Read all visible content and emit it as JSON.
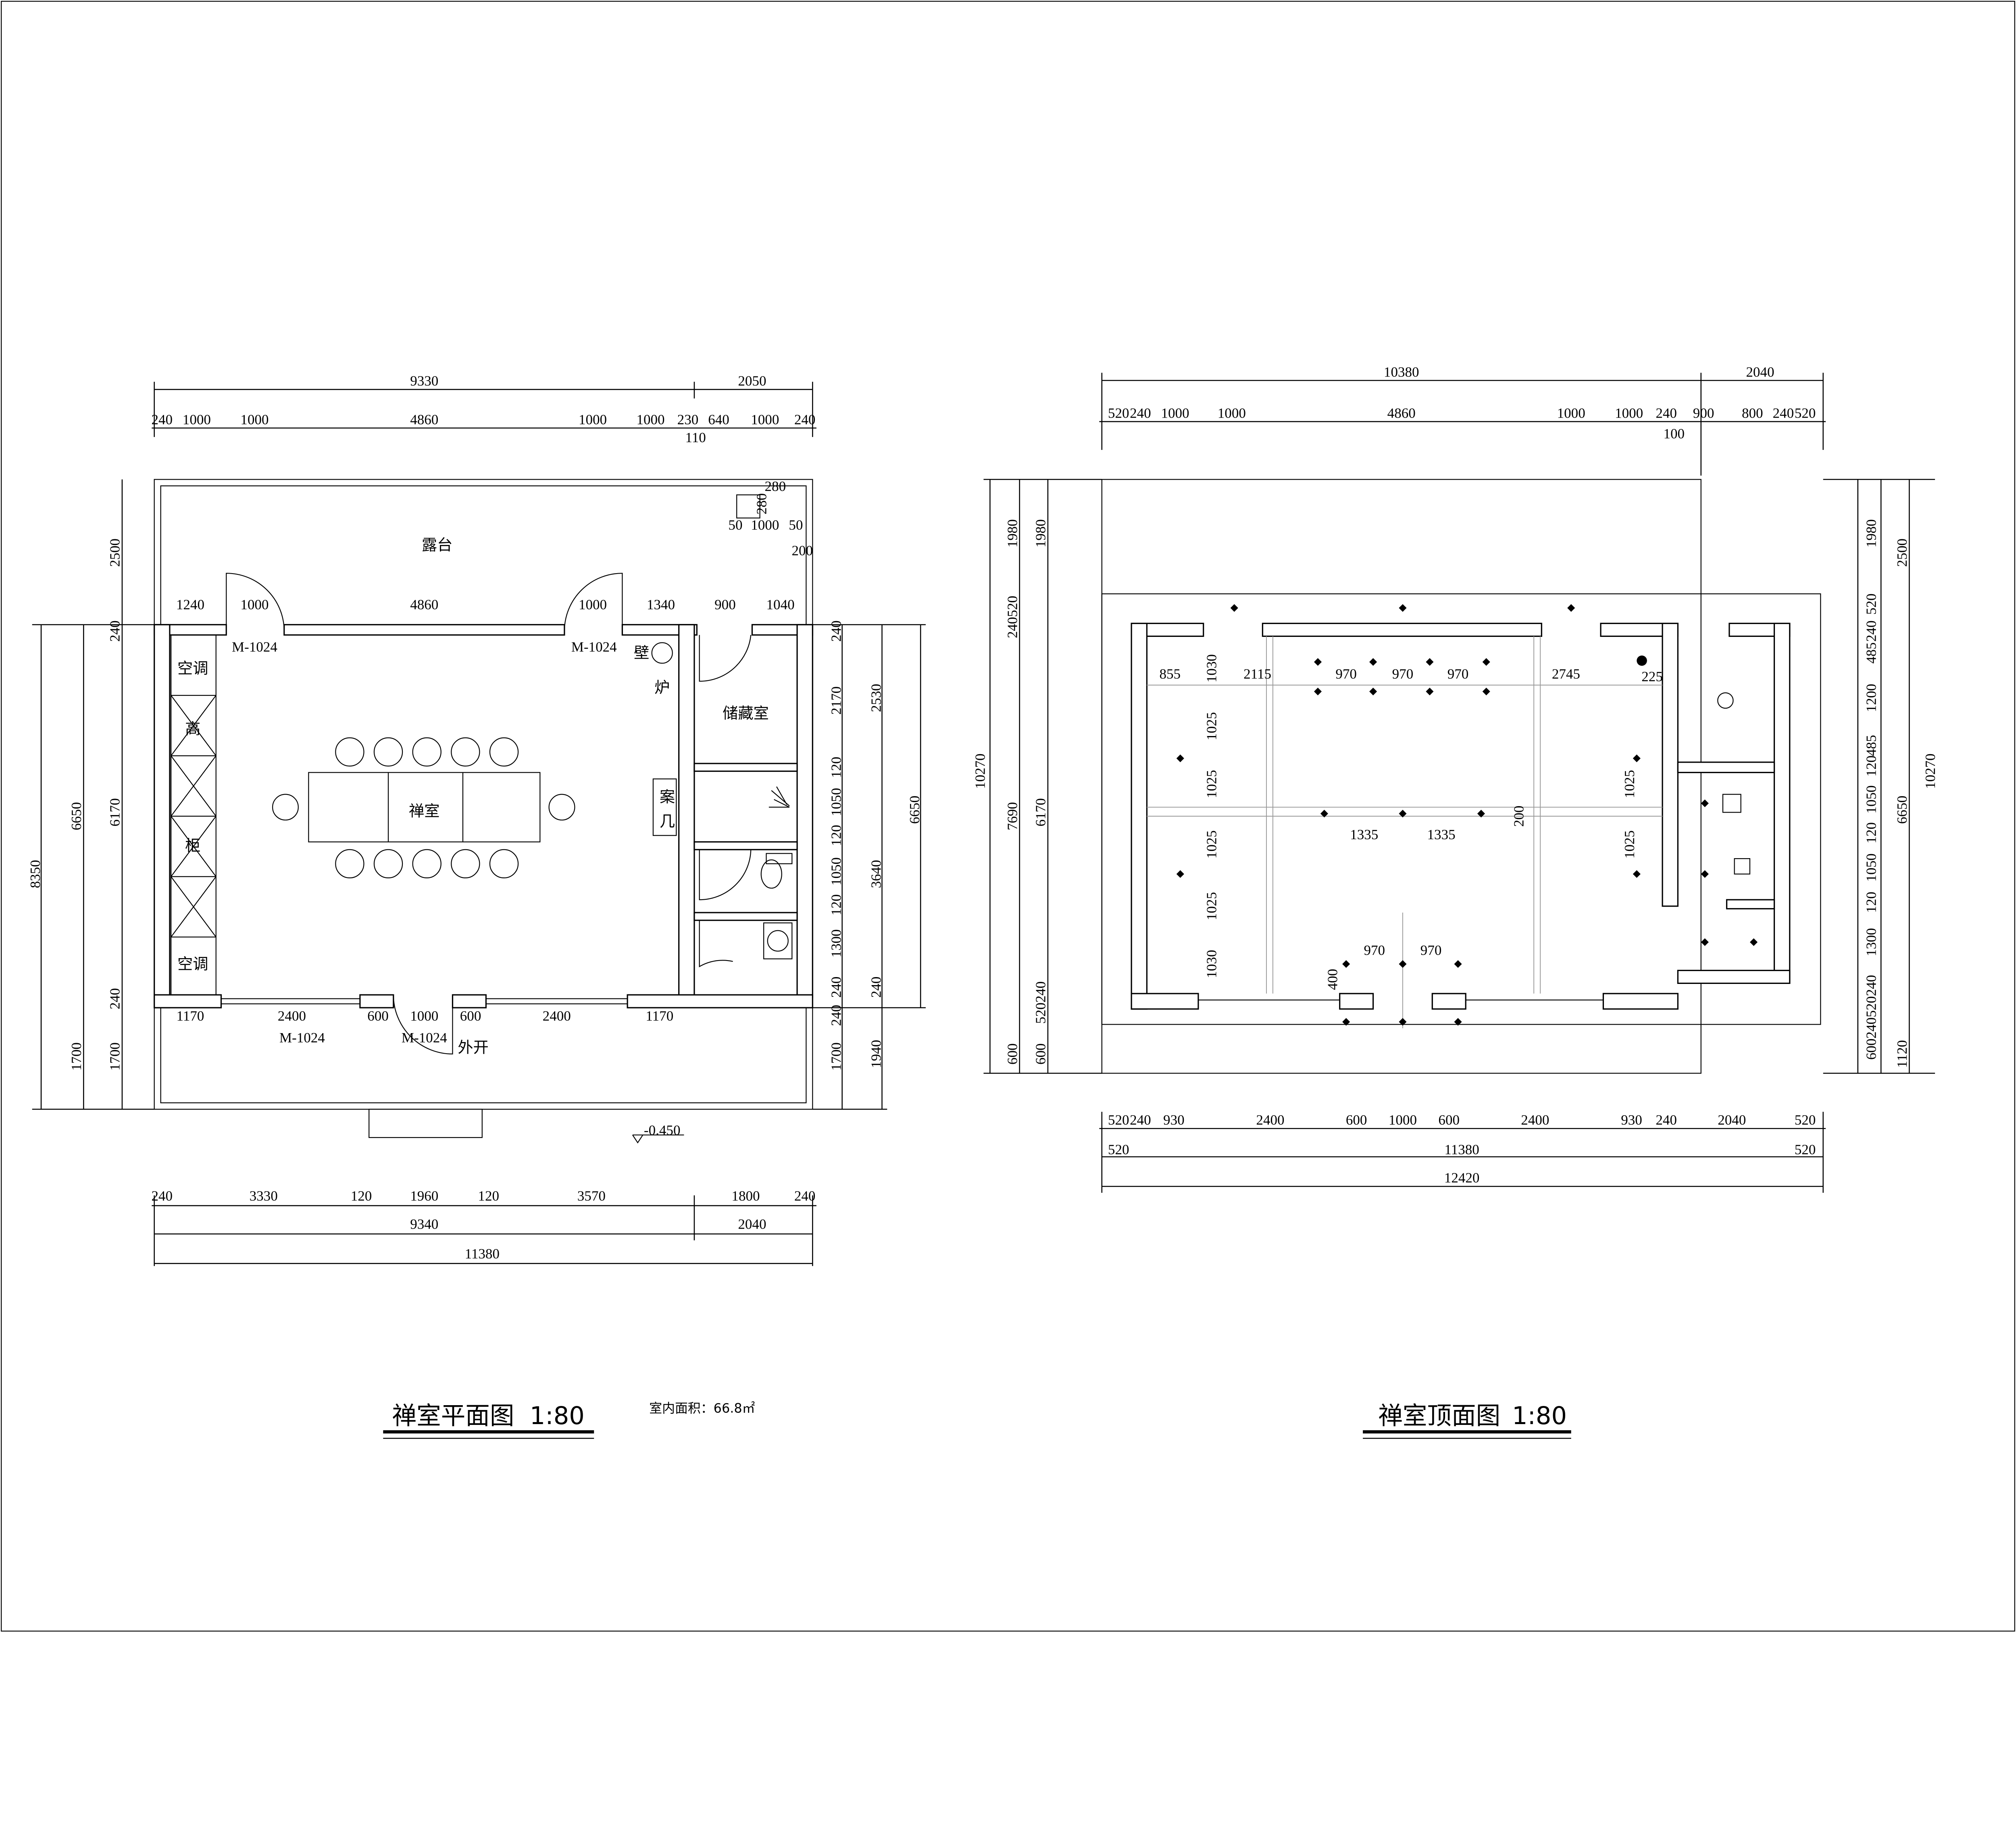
{
  "plan": {
    "title": "禅室平面图",
    "scale": "1:80",
    "area": "室内面积：66.8㎡",
    "labels": {
      "terrace": "露台",
      "zen_room": "禅室",
      "storage": "储藏室",
      "fireplace_1": "壁",
      "fireplace_2": "炉",
      "table_1": "案",
      "table_2": "几",
      "ac_top": "空调",
      "cabinet_1": "高",
      "cabinet_2": "柜",
      "ac_bottom": "空调",
      "door_1": "M-1024",
      "door_2": "M-1024",
      "door_3": "M-1024",
      "door_4": "M-1024",
      "open_out": "外开",
      "level": "-0.450"
    },
    "dims": [
      "9330",
      "2050",
      "240",
      "1000",
      "1000",
      "4860",
      "1000",
      "1000",
      "230",
      "640",
      "1000",
      "240",
      "110",
      "280",
      "280",
      "50",
      "1000",
      "50",
      "200",
      "2500",
      "1240",
      "1000",
      "4860",
      "1000",
      "1340",
      "900",
      "1040",
      "1170",
      "2400",
      "600",
      "1000",
      "600",
      "2400",
      "1170",
      "8350",
      "6650",
      "6170",
      "240",
      "240",
      "1700",
      "1700",
      "240",
      "2170",
      "120",
      "1050",
      "120",
      "1050",
      "120",
      "1300",
      "240",
      "240",
      "1700",
      "2530",
      "3640",
      "240",
      "1940",
      "6650",
      "240",
      "3330",
      "120",
      "1960",
      "120",
      "3570",
      "1800",
      "240",
      "9340",
      "2040",
      "11380"
    ]
  },
  "ceiling": {
    "title": "禅室顶面图",
    "scale": "1:80",
    "dims": [
      "10380",
      "2040",
      "520",
      "240",
      "1000",
      "1000",
      "4860",
      "1000",
      "1000",
      "240",
      "900",
      "800",
      "240",
      "520",
      "100",
      "855",
      "1030",
      "2115",
      "970",
      "970",
      "970",
      "2745",
      "225",
      "1025",
      "1025",
      "1025",
      "1025",
      "1030",
      "1335",
      "1335",
      "200",
      "1025",
      "1025",
      "970",
      "970",
      "400",
      "1980",
      "240520",
      "10270",
      "7690",
      "600",
      "1980",
      "6170",
      "520240",
      "600",
      "1980",
      "520",
      "240",
      "485",
      "1200",
      "485",
      "120",
      "1050",
      "120",
      "1050",
      "120",
      "1300",
      "520240",
      "600240",
      "2500",
      "6650",
      "1120",
      "10270",
      "520",
      "240",
      "930",
      "2400",
      "600",
      "1000",
      "600",
      "2400",
      "930",
      "240",
      "2040",
      "520",
      "520",
      "11380",
      "520",
      "12420"
    ]
  }
}
